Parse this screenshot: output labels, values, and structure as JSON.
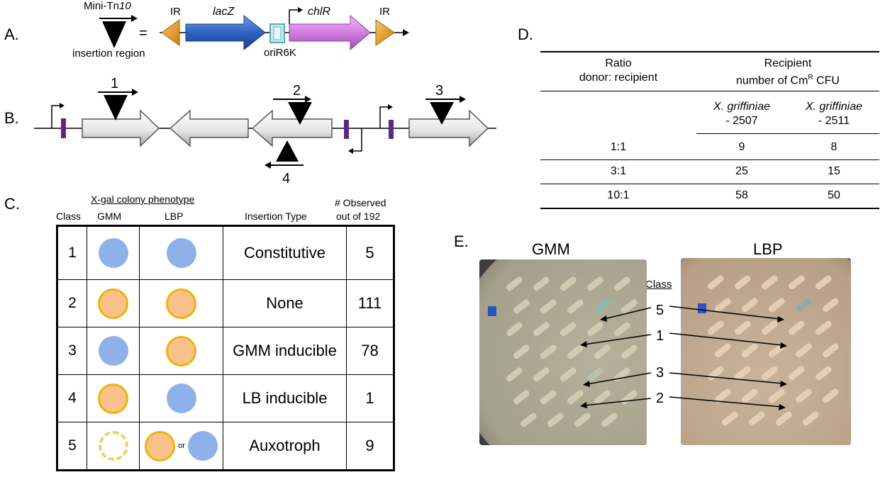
{
  "panels": {
    "a": "A.",
    "b": "B.",
    "c": "C.",
    "d": "D.",
    "e": "E."
  },
  "panel_a": {
    "mini_tn_prefix": "Mini-Tn",
    "mini_tn_suffix": "10",
    "insertion_region": "insertion region",
    "equals": "=",
    "ir_left": "IR",
    "lacz": "lacZ",
    "chlr": "chlR",
    "ir_right": "IR",
    "orir6k": "oriR6K"
  },
  "panel_b": {
    "ins1": "1",
    "ins2": "2",
    "ins3": "3",
    "ins4": "4"
  },
  "panel_c": {
    "xgal_header": "X-gal colony phenotype",
    "col_class": "Class",
    "col_gmm": "GMM",
    "col_lbp": "LBP",
    "col_insertion": "Insertion Type",
    "col_observed_1": "# Observed",
    "col_observed_2": "out of 192",
    "or_label": "or",
    "rows": [
      {
        "cls": "1",
        "gmm": "blue",
        "lbp": "blue",
        "type": "Constitutive",
        "count": "5"
      },
      {
        "cls": "2",
        "gmm": "orange",
        "lbp": "orange",
        "type": "None",
        "count": "111"
      },
      {
        "cls": "3",
        "gmm": "blue",
        "lbp": "orange",
        "type": "GMM inducible",
        "count": "78"
      },
      {
        "cls": "4",
        "gmm": "orange",
        "lbp": "blue",
        "type": "LB inducible",
        "count": "1"
      },
      {
        "cls": "5",
        "gmm": "dashed",
        "lbp": "orange-or-blue",
        "type": "Auxotroph",
        "count": "9"
      }
    ],
    "colors": {
      "blue": "#8fb1ea",
      "orange_fill": "#f8c28a",
      "orange_ring": "#efb30d"
    }
  },
  "panel_d": {
    "ratio_1": "Ratio",
    "ratio_2": "donor: recipient",
    "recipient_1": "Recipient",
    "recipient_2": "number of Cm",
    "recipient_sup": "R",
    "recipient_3": " CFU",
    "strain1_name": "X. griffiniae",
    "strain1_id": "- 2507",
    "strain2_name": "X. griffiniae",
    "strain2_id": "- 2511",
    "rows": [
      {
        "ratio": "1:1",
        "s2507": "9",
        "s2511": "8"
      },
      {
        "ratio": "3:1",
        "s2507": "25",
        "s2511": "15"
      },
      {
        "ratio": "10:1",
        "s2507": "58",
        "s2511": "50"
      }
    ]
  },
  "panel_e": {
    "gmm_title": "GMM",
    "lbp_title": "LBP",
    "class_label": "Class",
    "arrow_labels": [
      "5",
      "1",
      "3",
      "2"
    ]
  }
}
